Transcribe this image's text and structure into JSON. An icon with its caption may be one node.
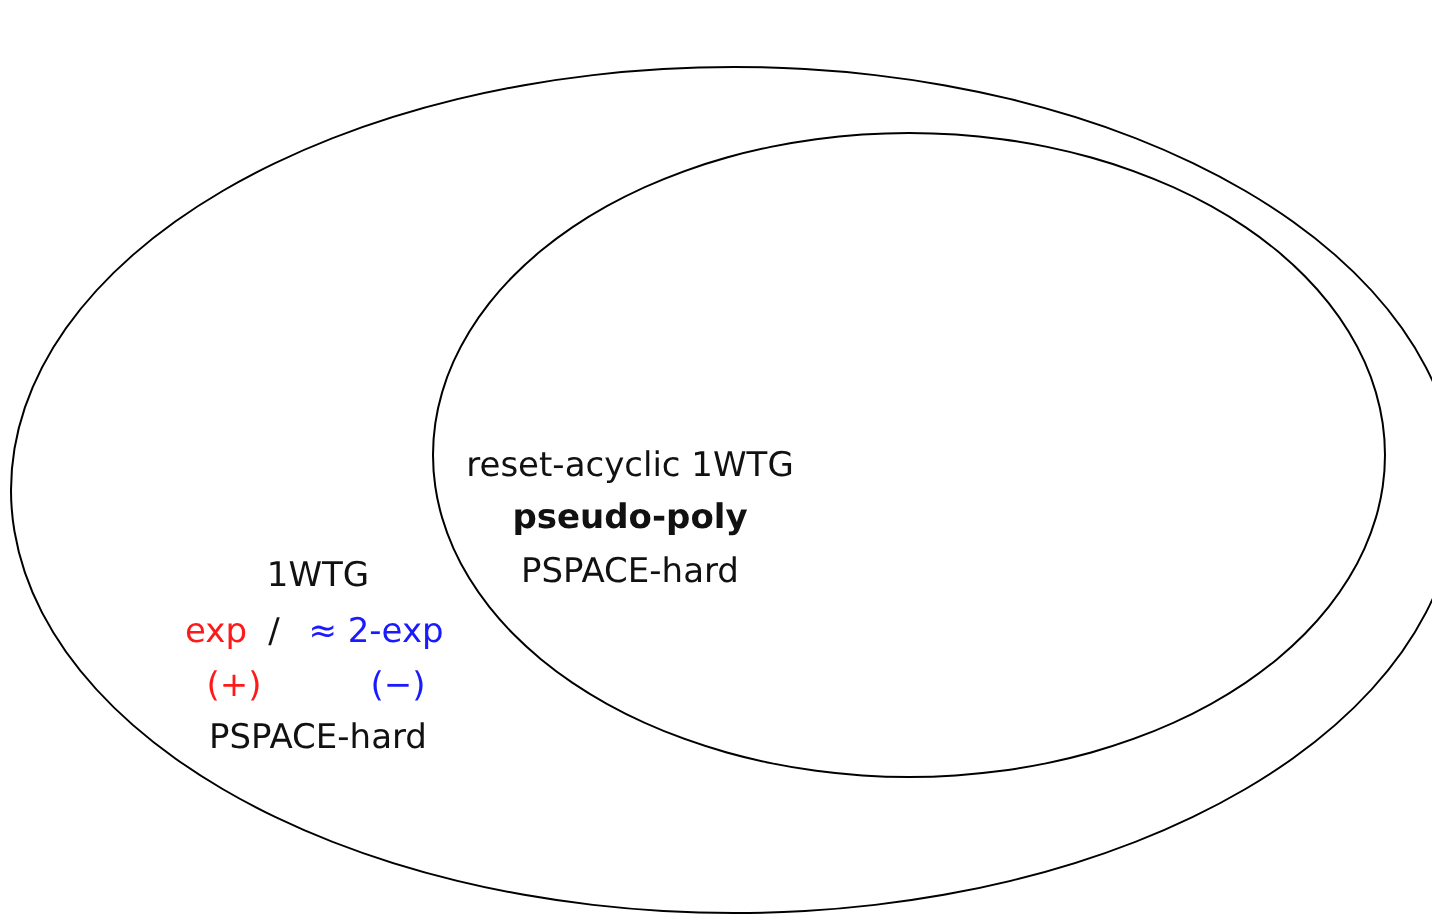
{
  "diagram": {
    "nodes": [
      {
        "text": [
          "1WTG",
          "exp",
          "/",
          "≈ 2-exp",
          "(+)",
          "(−)",
          "PSPACE-hard"
        ]
      },
      {
        "text": [
          "reset-acyclic 1WTG",
          "pseudo-poly",
          "PSPACE-hard"
        ],
        "in": 0
      }
    ]
  }
}
